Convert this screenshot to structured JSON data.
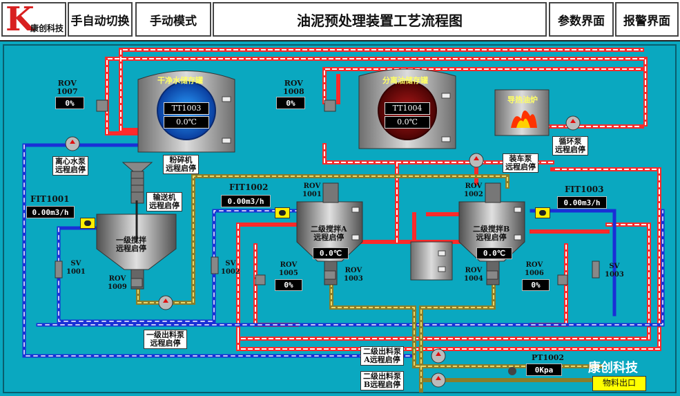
{
  "header": {
    "logo_letter": "K",
    "logo_text": "康创科技",
    "buttons": [
      "手自动切换",
      "手动模式",
      "参数界面",
      "报警界面"
    ],
    "title": "油泥预处理装置工艺流程图"
  },
  "tanks": {
    "clean_water": {
      "title": "干净水储存罐",
      "tag": "TT1003",
      "temp": "0.0℃"
    },
    "separated_oil": {
      "title": "分离油储存罐",
      "tag": "TT1004",
      "temp": "0.0℃"
    },
    "furnace": {
      "title": "导热油炉"
    }
  },
  "valves": {
    "rov1007": {
      "name": "ROV\n1007",
      "value": "0%"
    },
    "rov1008": {
      "name": "ROV\n1008",
      "value": "0%"
    },
    "rov1005": {
      "name": "ROV\n1005",
      "value": "0%"
    },
    "rov1006": {
      "name": "ROV\n1006",
      "value": "0%"
    },
    "rov1001": "ROV\n1001",
    "rov1002": "ROV\n1002",
    "rov1003": "ROV\n1003",
    "rov1004": "ROV\n1004",
    "rov1009": "ROV\n1009",
    "sv1001": "SV\n1001",
    "sv1002": "SV\n1002",
    "sv1003": "SV\n1003"
  },
  "flows": {
    "fit1001": {
      "tag": "FIT1001",
      "value": "0.00m3/h"
    },
    "fit1002": {
      "tag": "FIT1002",
      "value": "0.00m3/h"
    },
    "fit1003": {
      "tag": "FIT1003",
      "value": "0.00m3/h"
    }
  },
  "pumps": {
    "centrifugal": "离心水泵\n远程启停",
    "crusher": "粉碎机\n远程启停",
    "conveyor": "输送机\n远程启停",
    "loading": "装车泵\n远程启停",
    "circulation": "循环泵\n远程启停",
    "primary_out": "一级出料泵\n远程启停",
    "secondary_a": "二级出料泵\nA远程启停",
    "secondary_b": "二级出料泵\nB远程启停"
  },
  "mixers": {
    "primary": "一级搅拌\n远程启停",
    "secondary_a": {
      "label": "二级搅拌A\n远程启停",
      "temp": "0.0℃"
    },
    "secondary_b": {
      "label": "二级搅拌B\n远程启停",
      "temp": "0.0℃"
    }
  },
  "pressure": {
    "tag": "PT1002",
    "value": "0Kpa"
  },
  "outlet": "物料出口",
  "watermark": "康创科技"
}
